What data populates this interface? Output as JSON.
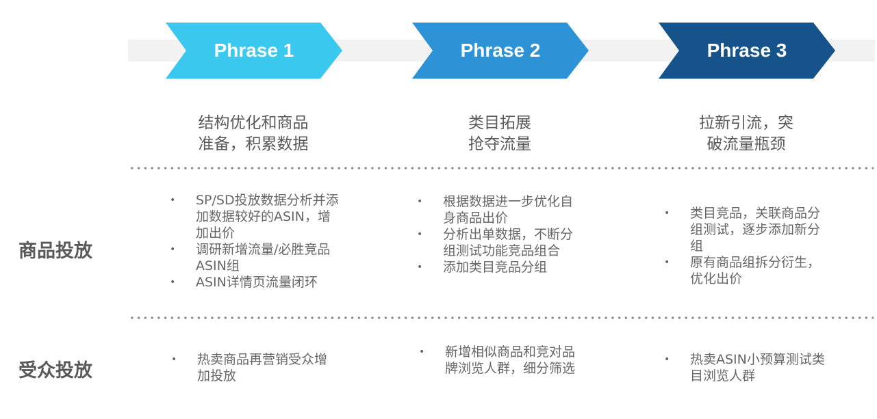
{
  "phases": [
    {
      "label": "Phrase 1",
      "color": "#3AC8EF",
      "subtitle_lines": [
        "结构优化和商品",
        "准备，积累数据"
      ]
    },
    {
      "label": "Phrase 2",
      "color": "#2E92D6",
      "subtitle_lines": [
        "类目拓展",
        "抢夺流量"
      ]
    },
    {
      "label": "Phrase 3",
      "color": "#15538A",
      "subtitle_lines": [
        "拉新引流，突",
        "破流量瓶颈"
      ]
    }
  ],
  "rows": [
    {
      "label": "商品投放",
      "cells": [
        [
          "SP/SD投放数据分析并添加数据较好的ASIN，增加出价",
          "调研新增流量/必胜竞品ASIN组",
          "ASIN详情页流量闭环"
        ],
        [
          "根据数据进一步优化自身商品出价",
          "分析出单数据，不断分组测试功能竞品组合",
          "添加类目竞品分组"
        ],
        [
          "类目竞品，关联商品分组测试，逐步添加新分组",
          "原有商品组拆分衍生，优化出价"
        ]
      ]
    },
    {
      "label": "受众投放",
      "cells": [
        [
          "热卖商品再营销受众增加投放"
        ],
        [
          "新增相似商品和竞对品牌浏览人群，细分筛选"
        ],
        [
          "热卖ASIN小预算测试类目浏览人群"
        ]
      ]
    }
  ],
  "colors": {
    "track": "#F2F2F2",
    "text": "#595959",
    "dots": "#8A8A8A"
  }
}
